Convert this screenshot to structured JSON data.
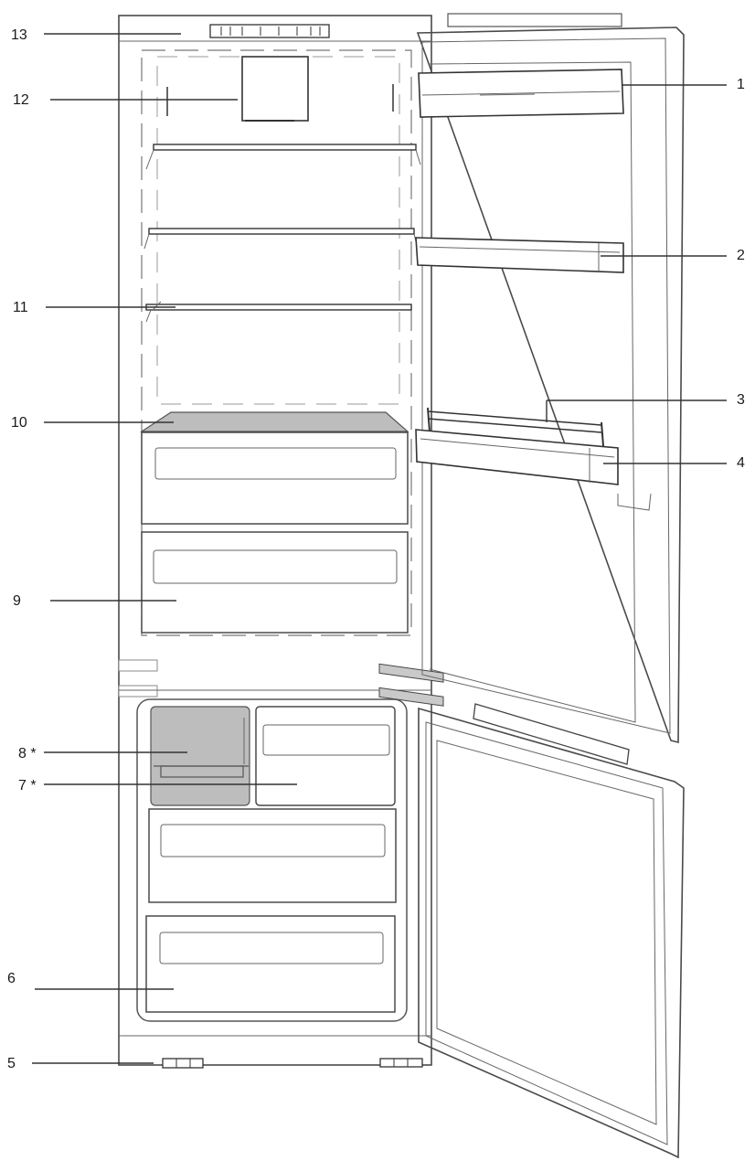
{
  "callouts": [
    {
      "id": "1",
      "label": "1"
    },
    {
      "id": "2",
      "label": "2"
    },
    {
      "id": "3",
      "label": "3"
    },
    {
      "id": "4",
      "label": "4"
    },
    {
      "id": "5",
      "label": "5"
    },
    {
      "id": "6",
      "label": "6"
    },
    {
      "id": "7",
      "label": "7 *"
    },
    {
      "id": "8",
      "label": "8 *"
    },
    {
      "id": "9",
      "label": "9"
    },
    {
      "id": "10",
      "label": "10"
    },
    {
      "id": "11",
      "label": "11"
    },
    {
      "id": "12",
      "label": "12"
    },
    {
      "id": "13",
      "label": "13"
    }
  ]
}
